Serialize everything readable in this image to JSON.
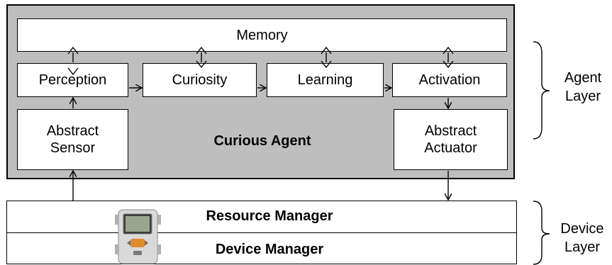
{
  "agent_layer": {
    "memory": "Memory",
    "modules": [
      "Perception",
      "Curiosity",
      "Learning",
      "Activation"
    ],
    "sensor": "Abstract\nSensor",
    "actuator": "Abstract\nActuator",
    "agent_name": "Curious Agent"
  },
  "device_layer": {
    "resource_manager": "Resource Manager",
    "device_manager": "Device Manager"
  },
  "braces": {
    "agent_layer": "Agent\nLayer",
    "device_layer": "Device\nLayer"
  },
  "colors": {
    "agent_panel_fill": "#bebebe",
    "box_fill": "#ffffff",
    "stroke": "#000000"
  },
  "icons": {
    "device": "robot-brick-icon"
  }
}
